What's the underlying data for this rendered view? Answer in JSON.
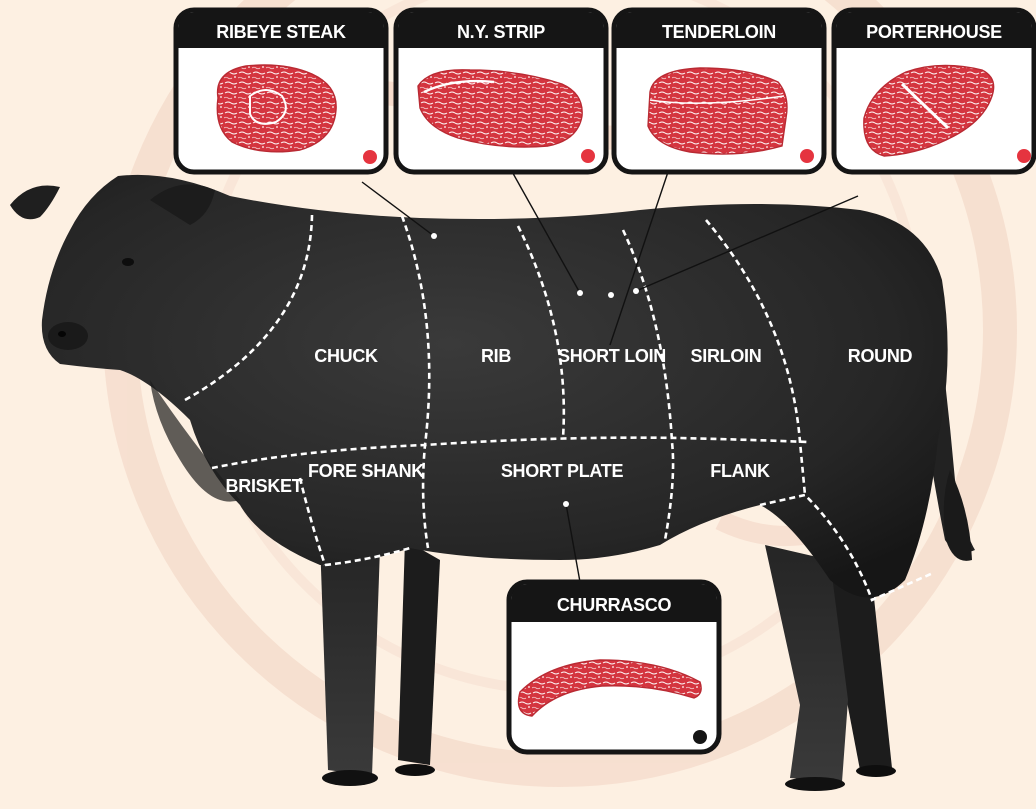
{
  "colors": {
    "background": "#fdf0e2",
    "background_watermark": "#f4d6c6",
    "cow": "#2a2a2a",
    "card_border": "#151515",
    "card_header": "#151515",
    "card_body": "#ffffff",
    "meat_red": "#d4353f",
    "indicator_red": "#e5343f",
    "indicator_black": "#151515",
    "label_text": "#ffffff"
  },
  "regions": [
    {
      "id": "chuck",
      "label": "CHUCK"
    },
    {
      "id": "rib",
      "label": "RIB"
    },
    {
      "id": "short-loin",
      "label": "SHORT LOIN"
    },
    {
      "id": "sirloin",
      "label": "SIRLOIN"
    },
    {
      "id": "round",
      "label": "ROUND"
    },
    {
      "id": "brisket",
      "label": "BRISKET"
    },
    {
      "id": "fore-shank",
      "label": "FORE SHANK"
    },
    {
      "id": "short-plate",
      "label": "SHORT PLATE"
    },
    {
      "id": "flank",
      "label": "FLANK"
    }
  ],
  "cuts": [
    {
      "id": "ribeye-steak",
      "title": "RIBEYE STEAK",
      "image_icon": "ribeye-steak-illustration",
      "indicator": "red",
      "region": "rib"
    },
    {
      "id": "ny-strip",
      "title": "N.Y. STRIP",
      "image_icon": "ny-strip-illustration",
      "indicator": "red",
      "region": "short-loin"
    },
    {
      "id": "tenderloin",
      "title": "TENDERLOIN",
      "image_icon": "tenderloin-illustration",
      "indicator": "red",
      "region": "short-loin"
    },
    {
      "id": "porterhouse",
      "title": "PORTERHOUSE",
      "image_icon": "porterhouse-illustration",
      "indicator": "red",
      "region": "short-loin"
    },
    {
      "id": "churrasco",
      "title": "CHURRASCO",
      "image_icon": "churrasco-illustration",
      "indicator": "black",
      "region": "short-plate"
    }
  ]
}
